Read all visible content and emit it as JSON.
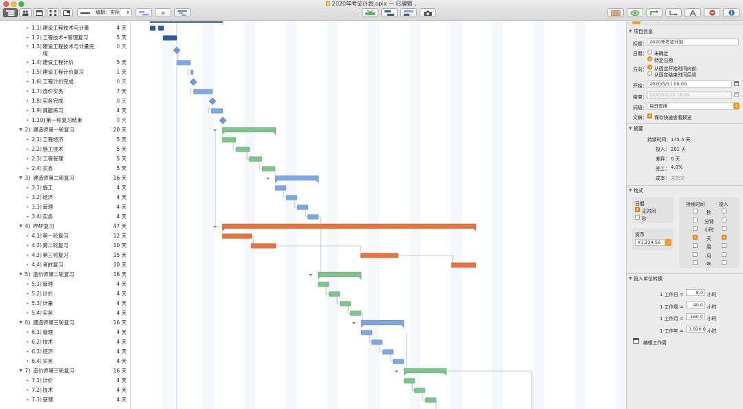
{
  "window": {
    "title": "2020年考证计划.oplx — 已编辑"
  },
  "toolbar": {
    "view_select": "编辑：实际",
    "colors": {
      "active": "#6b6b6b",
      "accent": "#f59b1b"
    }
  },
  "outline": {
    "rows": [
      {
        "level": 2,
        "num": "1.1)",
        "name": "建设工程技术与计量",
        "dur": "4 天"
      },
      {
        "level": 2,
        "num": "1.2)",
        "name": "工程技术+管理复习",
        "dur": "5 天"
      },
      {
        "level": 2,
        "num": "1.3)",
        "name": "建设工程技术与计量完成",
        "dur": "0 天",
        "zero": true,
        "tall": true
      },
      {
        "level": 2,
        "num": "1.4)",
        "name": "建设工程计价",
        "dur": "5 天"
      },
      {
        "level": 2,
        "num": "1.5)",
        "name": "建设工程计价复习",
        "dur": "1 天"
      },
      {
        "level": 2,
        "num": "1.6)",
        "name": "工程计价完成",
        "dur": "0 天",
        "zero": true
      },
      {
        "level": 2,
        "num": "1.7)",
        "name": "造价实务",
        "dur": "7 天"
      },
      {
        "level": 2,
        "num": "1.8)",
        "name": "实务完成",
        "dur": "0 天",
        "zero": true
      },
      {
        "level": 2,
        "num": "1.9)",
        "name": "真题练习",
        "dur": "4 天"
      },
      {
        "level": 2,
        "num": "1.10)",
        "name": "第一轮复习结束",
        "dur": "0 天",
        "zero": true
      },
      {
        "level": 1,
        "num": "2)",
        "name": "建造师第一轮复习",
        "dur": "20 天"
      },
      {
        "level": 2,
        "num": "2.1)",
        "name": "工程经济",
        "dur": "5 天"
      },
      {
        "level": 2,
        "num": "2.2)",
        "name": "施工技术",
        "dur": "5 天"
      },
      {
        "level": 2,
        "num": "2.3)",
        "name": "工程管理",
        "dur": "5 天"
      },
      {
        "level": 2,
        "num": "2.4)",
        "name": "实务",
        "dur": "5 天"
      },
      {
        "level": 1,
        "num": "3)",
        "name": "建造师第二轮复习",
        "dur": "16 天"
      },
      {
        "level": 2,
        "num": "3.1)",
        "name": "施工",
        "dur": "4 天"
      },
      {
        "level": 2,
        "num": "3.2)",
        "name": "经济",
        "dur": "4 天"
      },
      {
        "level": 2,
        "num": "3.3)",
        "name": "管理",
        "dur": "4 天"
      },
      {
        "level": 2,
        "num": "3.4)",
        "name": "实务",
        "dur": "4 天"
      },
      {
        "level": 1,
        "num": "4)",
        "name": "PMP复习",
        "dur": "47 天"
      },
      {
        "level": 2,
        "num": "4.1)",
        "name": "第一轮复习",
        "dur": "12 天"
      },
      {
        "level": 2,
        "num": "4.2)",
        "name": "第二轮复习",
        "dur": "10 天"
      },
      {
        "level": 2,
        "num": "4.3)",
        "name": "第三轮复习",
        "dur": "15 天"
      },
      {
        "level": 2,
        "num": "4.4)",
        "name": "考前复习",
        "dur": "10 天"
      },
      {
        "level": 1,
        "num": "5)",
        "name": "造价师第二轮复习",
        "dur": "16 天"
      },
      {
        "level": 2,
        "num": "5.1)",
        "name": "管理",
        "dur": "4 天"
      },
      {
        "level": 2,
        "num": "5.2)",
        "name": "计价",
        "dur": "4 天"
      },
      {
        "level": 2,
        "num": "5.3)",
        "name": "计量",
        "dur": "4 天"
      },
      {
        "level": 2,
        "num": "5.4)",
        "name": "实务",
        "dur": "4 天"
      },
      {
        "level": 1,
        "num": "6)",
        "name": "建造师第三轮复习",
        "dur": "16 天"
      },
      {
        "level": 2,
        "num": "6.1)",
        "name": "管理",
        "dur": "4 天"
      },
      {
        "level": 2,
        "num": "6.2)",
        "name": "技术",
        "dur": "4 天"
      },
      {
        "level": 2,
        "num": "6.3)",
        "name": "经济",
        "dur": "4 天"
      },
      {
        "level": 2,
        "num": "6.4)",
        "name": "实务",
        "dur": "4 天"
      },
      {
        "level": 1,
        "num": "7)",
        "name": "造价师第三轮复习",
        "dur": "16 天"
      },
      {
        "level": 2,
        "num": "7.1)",
        "name": "计价",
        "dur": "4 天"
      },
      {
        "level": 2,
        "num": "7.2)",
        "name": "技术",
        "dur": "4 天"
      },
      {
        "level": 2,
        "num": "7.3)",
        "name": "管理",
        "dur": "4 天"
      }
    ]
  },
  "gantt": {
    "colors": {
      "blue": "#7ea7e8",
      "blue_dark": "#2e5aa8",
      "green": "#7cc68a",
      "orange": "#e8743b",
      "milestone": "#6e98db"
    }
  },
  "inspector": {
    "project_info": {
      "header": "项目信息",
      "title_label": "标题：",
      "title_value": "2020年考证计划",
      "date_label": "日期：",
      "date_opt1": "未确定",
      "date_opt2": "特定日期",
      "direction_label": "方向：",
      "dir_opt1": "从固定开始时间向前",
      "dir_opt2": "从固定结束时间后退",
      "start_label": "开始：",
      "start_value": "2020/5/11 00:00",
      "end_label": "结束：",
      "end_value": "2020/10/10 18:00",
      "interval_label": "间隔：",
      "interval_value": "每日安排",
      "doc_label": "文稿：",
      "doc_check": "保存快速查看预览"
    },
    "summary": {
      "header": "摘要",
      "duration_label": "持续时间：",
      "duration_value": "175.5 天",
      "effort_label": "投入：",
      "effort_value": "201 天",
      "variance_label": "差异：",
      "variance_value": "0 天",
      "complete_label": "完工：",
      "complete_value": "4.0%",
      "cost_label": "成本：",
      "cost_value": "未指定"
    },
    "format": {
      "header": "格式",
      "date_group": "日期",
      "date_opt1": "无时间",
      "date_opt2": "秒",
      "duration_col": "持续时间",
      "effort_col": "投入",
      "units": [
        "秒",
        "分钟",
        "小时",
        "天",
        "周",
        "月",
        "年"
      ],
      "currency_label": "货币",
      "currency_value": "¥1,234.56"
    },
    "conversion": {
      "header": "投入单位转换",
      "rows": [
        {
          "label": "1 工作日 =",
          "value": "8.0",
          "unit": "小时"
        },
        {
          "label": "1 工作周 =",
          "value": "40.0",
          "unit": "小时"
        },
        {
          "label": "1 工作月 =",
          "value": "160.0",
          "unit": "小时"
        },
        {
          "label": "1 工作年 =",
          "value": "1,920.0",
          "unit": "小时"
        }
      ],
      "edit_calendar": "编辑工作周"
    }
  }
}
